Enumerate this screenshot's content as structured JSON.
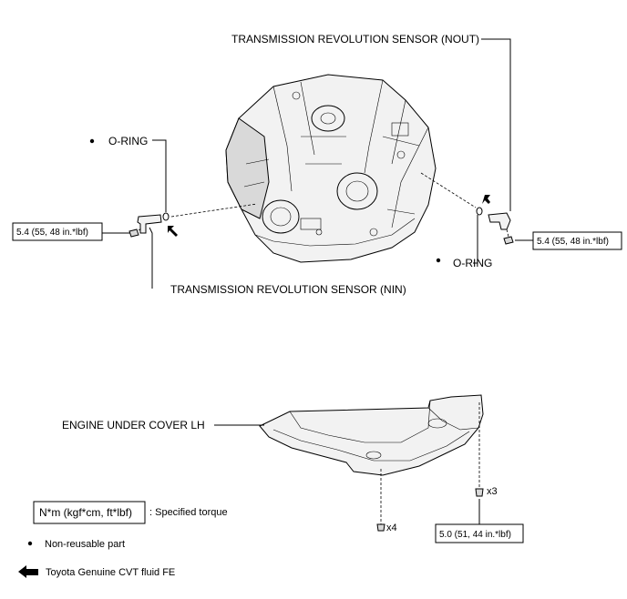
{
  "labels": {
    "nout_sensor": "TRANSMISSION REVOLUTION SENSOR (NOUT)",
    "nin_sensor": "TRANSMISSION REVOLUTION SENSOR (NIN)",
    "oring_left": "O-RING",
    "oring_right": "O-RING",
    "under_cover": "ENGINE UNDER COVER LH",
    "torque_left": "5.4 (55, 48 in.*lbf)",
    "torque_right": "5.4 (55, 48 in.*lbf)",
    "torque_cover": "5.0 (51, 44 in.*lbf)",
    "qty_x4": "x4",
    "qty_x3": "x3"
  },
  "legend": {
    "torque_box": "N*m (kgf*cm, ft*lbf)",
    "torque_desc": ": Specified torque",
    "nonreusable": "Non-reusable part",
    "fluid": "Toyota Genuine CVT fluid FE"
  }
}
